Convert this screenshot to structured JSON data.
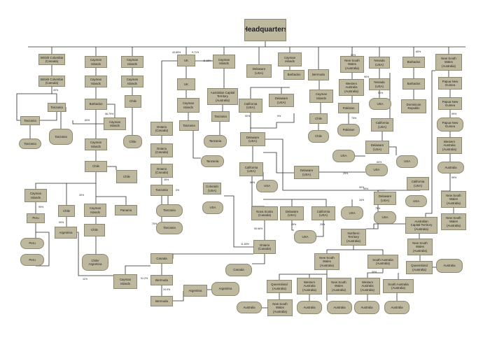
{
  "nodes": {
    "hq": "Headquarters",
    "bc1": "British Columbia\n(Canada)",
    "bc2": "British Columbia\n(Canada)",
    "tz1": "Tanzania",
    "tz2": "Tanzania",
    "tz3": "Tanzania",
    "tz4": "Tanzania",
    "tz5": "Tanzania",
    "tz6": "Tanzania",
    "tz7": "Tanzania",
    "tz8": "Tanzania",
    "tz9": "Tanzania",
    "ci1": "Cayman\nIslands",
    "ci2": "Cayman\nIslands",
    "ba1": "Barbados",
    "ci3": "Cayman\nIslands",
    "ci4": "Cayman\nIslands",
    "ch1": "Chile",
    "ch2": "Chile",
    "ci5": "Cayman\nIslands",
    "ci6": "Cayman\nIslands",
    "ch3": "Chile",
    "ch4": "Chile",
    "ci7": "Cayman\nIslands",
    "pe1": "Peru",
    "pe2": "Peru",
    "pe3": "Peru",
    "ch5": "Chile",
    "ci8": "Cayman\nIslands",
    "pa1": "Panama",
    "ar1": "Argentina",
    "ch6": "Chile",
    "cha": "Chile/\nArgentina",
    "ci9": "Cayman\nIslands",
    "on1": "Ontario\n(Canada)",
    "on2": "Ontario\n(Canada)",
    "on3": "Ontario\n(Canada)",
    "uk1": "UK",
    "uk2": "UK",
    "ci10": "Cayman\nIslands",
    "ci11": "Cayman\nIslands",
    "act1": "Australian Capital\nTerritory\n(Australia)",
    "co1": "Colorado\n(USA)",
    "usa1": "USA",
    "de1": "Delaware\n(USA)",
    "ci12": "Cayman\nIslands",
    "ba2": "Barbados",
    "ca1": "California\n(USA)",
    "de2": "Delaware\n(USA)",
    "be1": "Bermuda",
    "ci13": "Cayman\nIslands",
    "ch7": "Chile",
    "ch8": "Chile",
    "nsw1": "New South\nWales\n(Australia)",
    "wa1": "Western\nAustralia\n(Australia)",
    "pk1": "Pakistan",
    "pk2": "Pakistan",
    "nv1": "Nevada\n(USA)",
    "nv2": "Nevada\n(USA)",
    "usa2": "USA",
    "ba3": "Barbados",
    "ba4": "Barbados",
    "dr1": "Dominican\nRepublic",
    "ca2": "California\n(USA)",
    "nsw2": "New South\nWales\n(Australia)",
    "png1": "Papua New\nGuinea",
    "png2": "Papua New\nGuinea",
    "png3": "Papua New\nGuinea",
    "wa2": "Western\nAustralia\n(Australia)",
    "au1": "Australia",
    "de3": "Delaware\n(USA)",
    "ca3": "California\n(USA)",
    "usa3": "USA",
    "de4": "Delaware\n(USA)",
    "usa4": "USA",
    "de5": "Delaware\n(USA)",
    "usa5": "USA",
    "usa6": "USA",
    "usa7": "USA",
    "ca4": "California\n(USA)",
    "de6": "Delaware\n(USA)",
    "usa8": "USA",
    "nsw3": "New South\nWales\n(Australia)",
    "nsw4": "New South\nWales\n(Australia)",
    "act2": "Australian\nCapital Territory\n(Australia)",
    "ns1": "Nova Scotia\n(Canada)",
    "de7": "Delaware\n(USA)",
    "ca5": "California\n(USA)",
    "usa9": "USA",
    "usa10": "USA",
    "on4": "Ontario\n(Canada)",
    "cn1": "Canada",
    "cn2": "Canada",
    "be2": "Bermuda",
    "be3": "Bermuda",
    "ag1": "Argentina",
    "ag2": "Argentina",
    "nt1": "Northern\nTerritory\n(Australia)",
    "nsw5": "New South\nWales\n(Australia)",
    "sa1": "South Australia\n(Australia)",
    "nsw6": "New South\nWales\n(Australia)",
    "ql1": "Queensland\n(Australia)",
    "au2": "Australia",
    "ql2": "Queensland\n(Australia)",
    "wa3": "Western\nAustralia\n(Australia)",
    "nsw7": "New South\nWales\n(Australia)",
    "wa4": "Western\nAustralia\n(Australia)",
    "sa2": "South Australia\n(Australia)",
    "au3": "Australia",
    "au4": "Australia",
    "au5": "Australia",
    "au6": "Australia",
    "nsw8": "New South\nWales\n(Australia)",
    "au7": "Australia"
  },
  "labels": {
    "p1": "43.85%",
    "p2": "9.71%",
    "p3": "11.65%",
    "p4": "50%",
    "p5": "60%",
    "p6": "40%",
    "p7": "56.79%",
    "p8": "60%",
    "p9": "50%",
    "p10": "9%",
    "p11": "35%",
    "p12": "5%",
    "p13": "75%",
    "p14": "25%",
    "p15": "50%",
    "p16": "30%",
    "p17": "99%",
    "p18": "90%",
    "p19": "99%",
    "p20": "75%",
    "p21": "11%",
    "p22": "55.56%",
    "p23": "11.83%",
    "p24": "25%",
    "p25": "25%",
    "p26": "24.9%",
    "p27": "91.2%",
    "p28": "50%",
    "p29": "34%",
    "p30": "90%",
    "p31": "50%",
    "p32": "99%",
    "p33": "99%",
    "p34": "90%",
    "p35": "75%",
    "p36": "50%"
  }
}
